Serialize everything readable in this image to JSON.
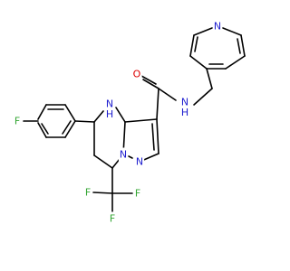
{
  "colors": {
    "bond": "#000000",
    "N": "#1f1fcf",
    "O": "#dd0000",
    "F": "#33a633",
    "background": "#ffffff"
  },
  "atoms": [
    {
      "id": "F_ar",
      "element": "F",
      "label": "F"
    },
    {
      "id": "NH_ring",
      "element": "N",
      "label": "N\nH"
    },
    {
      "id": "O_amide",
      "element": "O",
      "label": "O"
    },
    {
      "id": "NH_amide",
      "element": "N",
      "label": "N\nH"
    },
    {
      "id": "N_pyr",
      "element": "N",
      "label": "N"
    },
    {
      "id": "N_pz1",
      "element": "N",
      "label": "N"
    },
    {
      "id": "N_pz2",
      "element": "N",
      "label": "N"
    },
    {
      "id": "F_cf3_a",
      "element": "F",
      "label": "F"
    },
    {
      "id": "F_cf3_b",
      "element": "F",
      "label": "F"
    },
    {
      "id": "F_cf3_c",
      "element": "F",
      "label": "F"
    }
  ]
}
